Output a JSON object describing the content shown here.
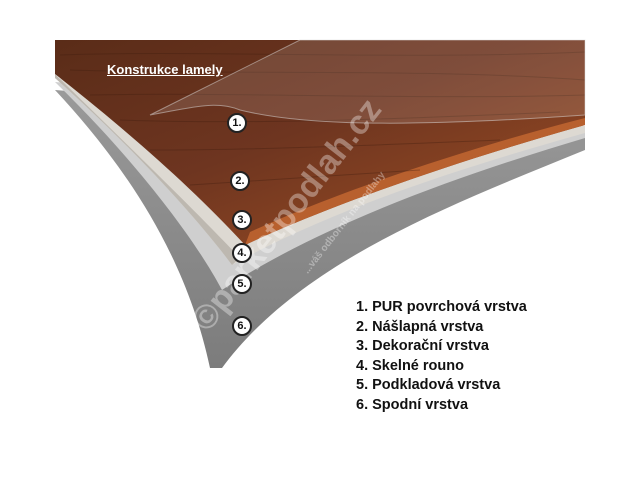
{
  "title": "Konstrukce lamely",
  "markers": [
    "1.",
    "2.",
    "3.",
    "4.",
    "5.",
    "6."
  ],
  "legend": [
    "1. PUR povrchová vrstva",
    "2. Nášlapná vrstva",
    "3. Dekorační vrstva",
    "4. Skelné rouno",
    "5. Podkladová vrstva",
    "6. Spodní vrstva"
  ],
  "watermark": {
    "main": "©parketpodlah.cz",
    "sub": "...váš odborník na podlahy"
  },
  "colors": {
    "wood_dark": "#4a2414",
    "wood_light": "#9a4a22",
    "fleece": "#d8d4cc",
    "base_light": "#c9c9c9",
    "base_dark": "#8a8a8a"
  }
}
